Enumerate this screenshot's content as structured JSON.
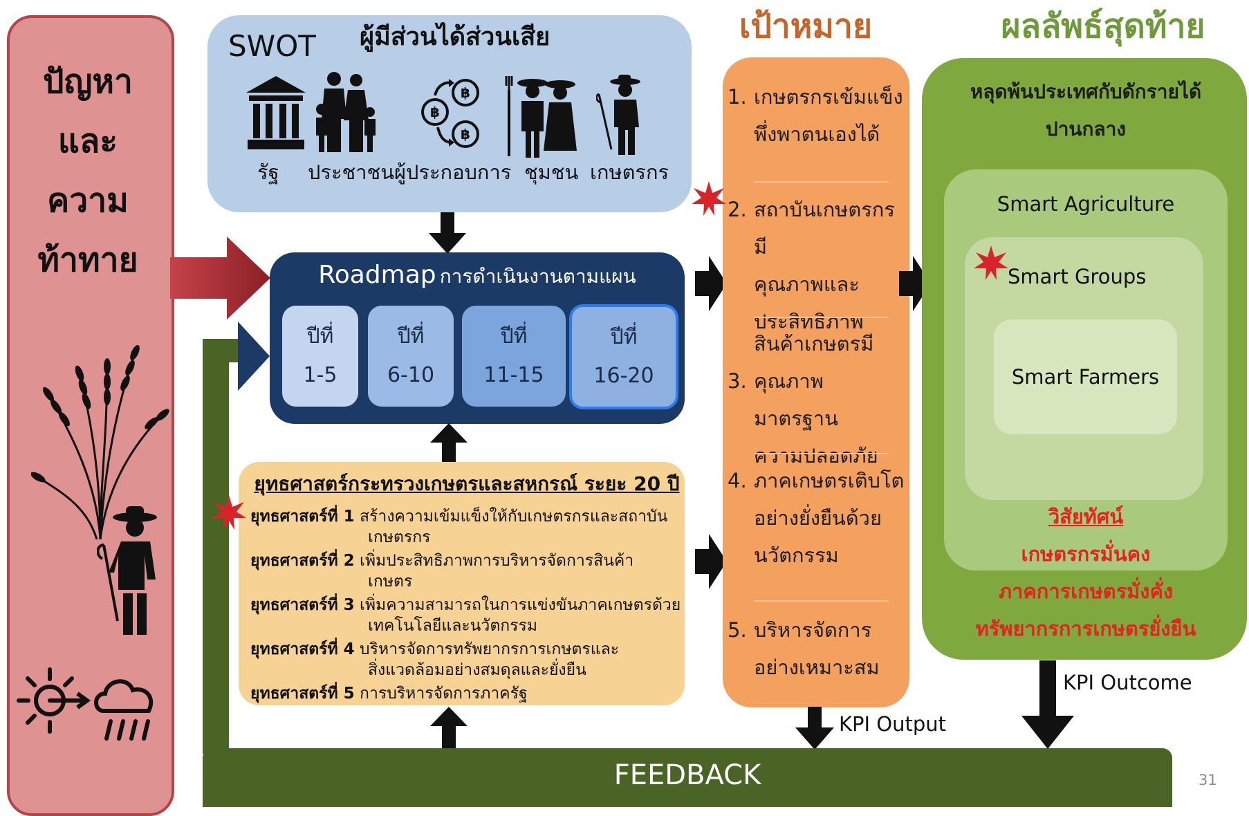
{
  "problem": {
    "title_lines": [
      "ปัญหา",
      "และ",
      "ความ",
      "ท้าทาย"
    ]
  },
  "swot": {
    "title": "SWOT",
    "stakeholder_title": "ผู้มีส่วนได้ส่วนเสีย",
    "stakeholders": [
      "รัฐ",
      "ประชาชน",
      "ผู้ประกอบการ",
      "ชุมชน",
      "เกษตรกร"
    ]
  },
  "roadmap": {
    "title_en": "Roadmap",
    "title_th": "การดำเนินงานตามแผน",
    "years": [
      {
        "label": "ปีที่",
        "range": "1-5"
      },
      {
        "label": "ปีที่",
        "range": "6-10"
      },
      {
        "label": "ปีที่",
        "range": "11-15"
      },
      {
        "label": "ปีที่",
        "range": "16-20"
      }
    ]
  },
  "strategy": {
    "title": "ยุทธศาสตร์กระทรวงเกษตรและสหกรณ์ ระยะ 20 ปี",
    "items": [
      {
        "label": "ยุทธศาสตร์ที่ 1",
        "text": "สร้างความเข้มแข็งให้กับเกษตรกรและสถาบัน",
        "cont": "เกษตรกร"
      },
      {
        "label": "ยุทธศาสตร์ที่ 2",
        "text": "เพิ่มประสิทธิภาพการบริหารจัดการสินค้า",
        "cont": "เกษตร"
      },
      {
        "label": "ยุทธศาสตร์ที่ 3",
        "text": "เพิ่มความสามารถในการแข่งขันภาคเกษตรด้วย",
        "cont": "เทคโนโลยีและนวัตกรรม"
      },
      {
        "label": "ยุทธศาสตร์ที่ 4",
        "text": "บริหารจัดการทรัพยากรการเกษตรและ",
        "cont": "สิ่งแวดล้อมอย่างสมดุลและยั่งยืน"
      },
      {
        "label": "ยุทธศาสตร์ที่ 5",
        "text": "การบริหารจัดการภาครัฐ",
        "cont": ""
      }
    ]
  },
  "goals": {
    "heading": "เป้าหมาย",
    "items": [
      {
        "num": "1.",
        "lines": [
          "เกษตรกรเข้มแข็ง",
          "พึ่งพาตนเองได้"
        ]
      },
      {
        "num": "2.",
        "lines": [
          "สถาบันเกษตรกรมี",
          "คุณภาพและ",
          "ประสิทธิภาพ"
        ]
      },
      {
        "num": "3.",
        "lines": [
          "สินค้าเกษตรมี",
          "คุณภาพ มาตรฐาน",
          "ความปลอดภัย"
        ]
      },
      {
        "num": "4.",
        "lines": [
          "ภาคเกษตรเติบโต",
          "อย่างยั่งยืนด้วย",
          "นวัตกรรม"
        ]
      },
      {
        "num": "5.",
        "lines": [
          "บริหารจัดการ",
          "อย่างเหมาะสม"
        ]
      }
    ]
  },
  "results": {
    "heading": "ผลลัพธ์สุดท้าย",
    "subtitle_lines": [
      "หลุดพ้นประเทศกับดักรายได้",
      "ปานกลาง"
    ],
    "agriculture": "Smart Agriculture",
    "groups": "Smart Groups",
    "farmers": "Smart Farmers",
    "vision_title": "วิสัยทัศน์",
    "vision_lines": [
      "เกษตรกรมั่นคง",
      "ภาคการเกษตรมั่งคั่ง",
      "ทรัพยากรการเกษตรยั่งยืน"
    ]
  },
  "kpi": {
    "output": "KPI Output",
    "outcome": "KPI Outcome"
  },
  "feedback": "FEEDBACK",
  "page_number": "31",
  "colors": {
    "problem_bg": "#df9292",
    "swot_bg": "#b8cde6",
    "roadmap_bg": "#1b3a66",
    "strategy_bg": "#f6d394",
    "goal_bg": "#f4a05e",
    "result_bg": "#7fa83e",
    "feedback_bg": "#4a6426",
    "vision_text": "#e3231f"
  }
}
